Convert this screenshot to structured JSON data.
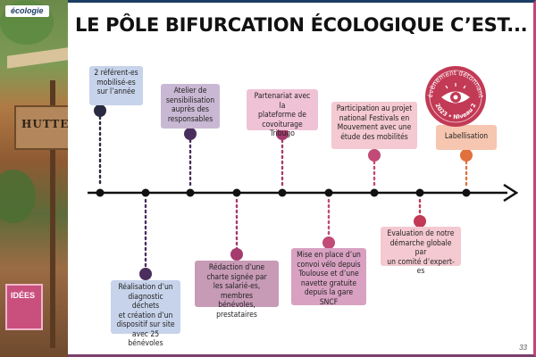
{
  "section_tag": "écologie",
  "title": "LE PÔLE BIFURCATION ÉCOLOGIQUE C’EST...",
  "photo": {
    "sign_text": "HUTTE",
    "banner_text": "IDÉES"
  },
  "badge": {
    "top_text": "évènement détonnant",
    "bottom_text": "2023 • Niveau 2"
  },
  "top_items": [
    "2 référent-es\nmobilisé-es\nsur l’année",
    "Atelier de\nsensibilisation\nauprès des\nresponsables",
    "Partenariat avec la\nplateforme de\ncovoiturage Tribugo",
    "Participation au projet\nnational Festivals en\nMouvement avec une\nétude des mobilités",
    "Labellisation"
  ],
  "bottom_items": [
    "Réalisation d’un\ndiagnostic déchets\net création d’un\ndispositif sur site\navec 25 bénévoles",
    "Rédaction d’une\ncharte signée par\nles salarié-es, membres\nbénévoles, prestataires",
    "Mise en place d’un\nconvoi vélo depuis\nToulouse et d’une\nnavette gratuite\ndepuis la gare SNCF",
    "Evaluation de notre\ndémarche globale par\nun comité d’expert-es"
  ],
  "page_number": "33",
  "colors": {
    "dark_dot": "#2a2a42",
    "purple_dot": "#4a2f5e",
    "magenta_dot": "#a53b6f",
    "pink_dot": "#c24a76",
    "red_dot": "#c23a55",
    "orange_dot": "#e0703c",
    "navy": "#1c3d63"
  }
}
